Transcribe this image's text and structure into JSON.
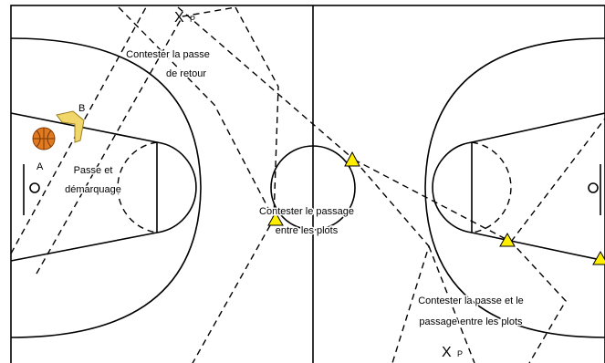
{
  "labels": {
    "top_defender_x": "X",
    "top_defender_p": "P",
    "bottom_defender_x": "X",
    "bottom_defender_p": "P",
    "player_a": "A",
    "player_b": "B",
    "contest_return_pass_line1": "Contester la passe",
    "contest_return_pass_line2": "de retour",
    "pass_and_cut_line1": "Passe et",
    "pass_and_cut_line2": "démarquage",
    "contest_passage_line1": "Contester le passage",
    "contest_passage_line2": "entre les plots",
    "contest_pass_passage_line1": "Contester la passe et le",
    "contest_pass_passage_line2": "passage entre les plots"
  },
  "colors": {
    "court_line": "#000000",
    "ball": "#e07a1f",
    "cone": "#ffee00",
    "player_b_marker": "#f1d76a"
  },
  "icons": {
    "ball": "basketball-icon",
    "cone": "cone-icon",
    "player_b": "player-b-icon"
  }
}
